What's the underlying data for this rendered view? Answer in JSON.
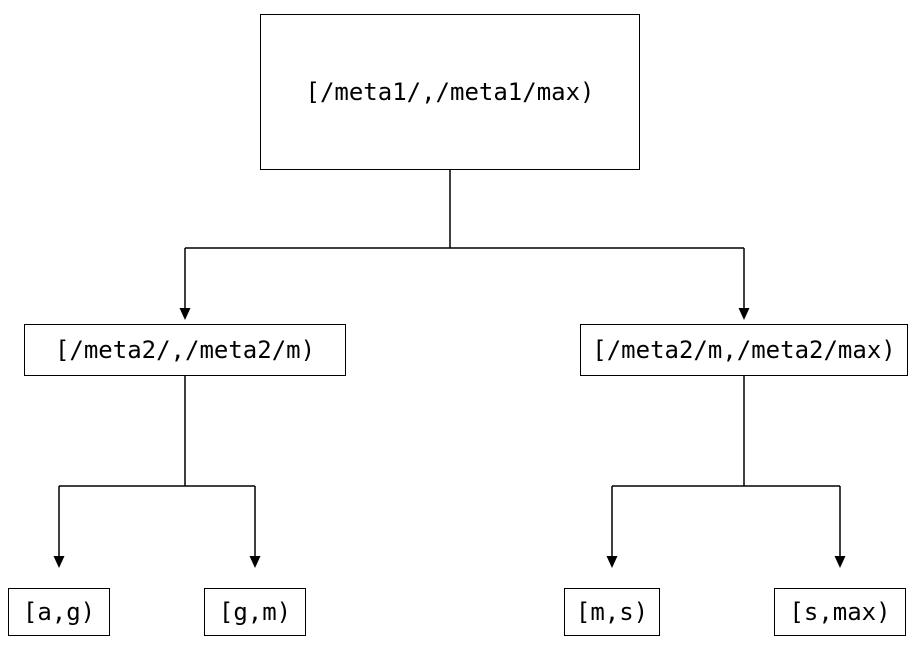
{
  "diagram": {
    "type": "tree",
    "root": {
      "label": "[/meta1/,/meta1/max)",
      "children": [
        {
          "label": "[/meta2/,/meta2/m)",
          "children": [
            {
              "label": "[a,g)"
            },
            {
              "label": "[g,m)"
            }
          ]
        },
        {
          "label": "[/meta2/m,/meta2/max)",
          "children": [
            {
              "label": "[m,s)"
            },
            {
              "label": "[s,max)"
            }
          ]
        }
      ]
    },
    "colors": {
      "background": "#ffffff",
      "line": "#000000",
      "box_border": "#000000",
      "text": "#000000"
    }
  }
}
